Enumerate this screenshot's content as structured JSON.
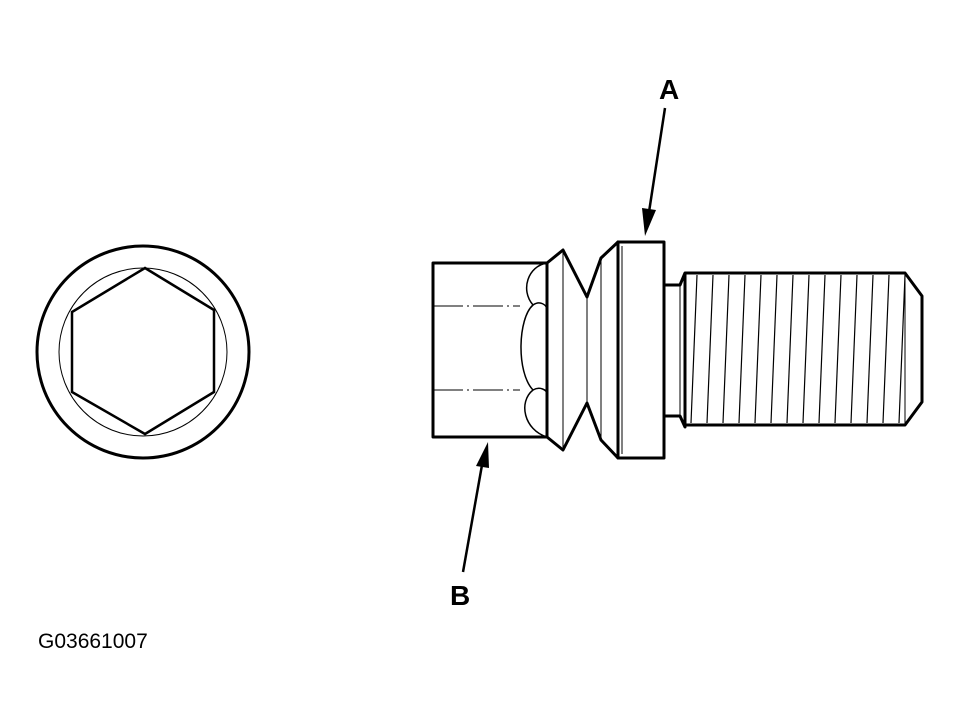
{
  "labels": {
    "a": "A",
    "b": "B"
  },
  "figure_code": "G03661007",
  "colors": {
    "line": "#000000",
    "background": "#ffffff"
  }
}
